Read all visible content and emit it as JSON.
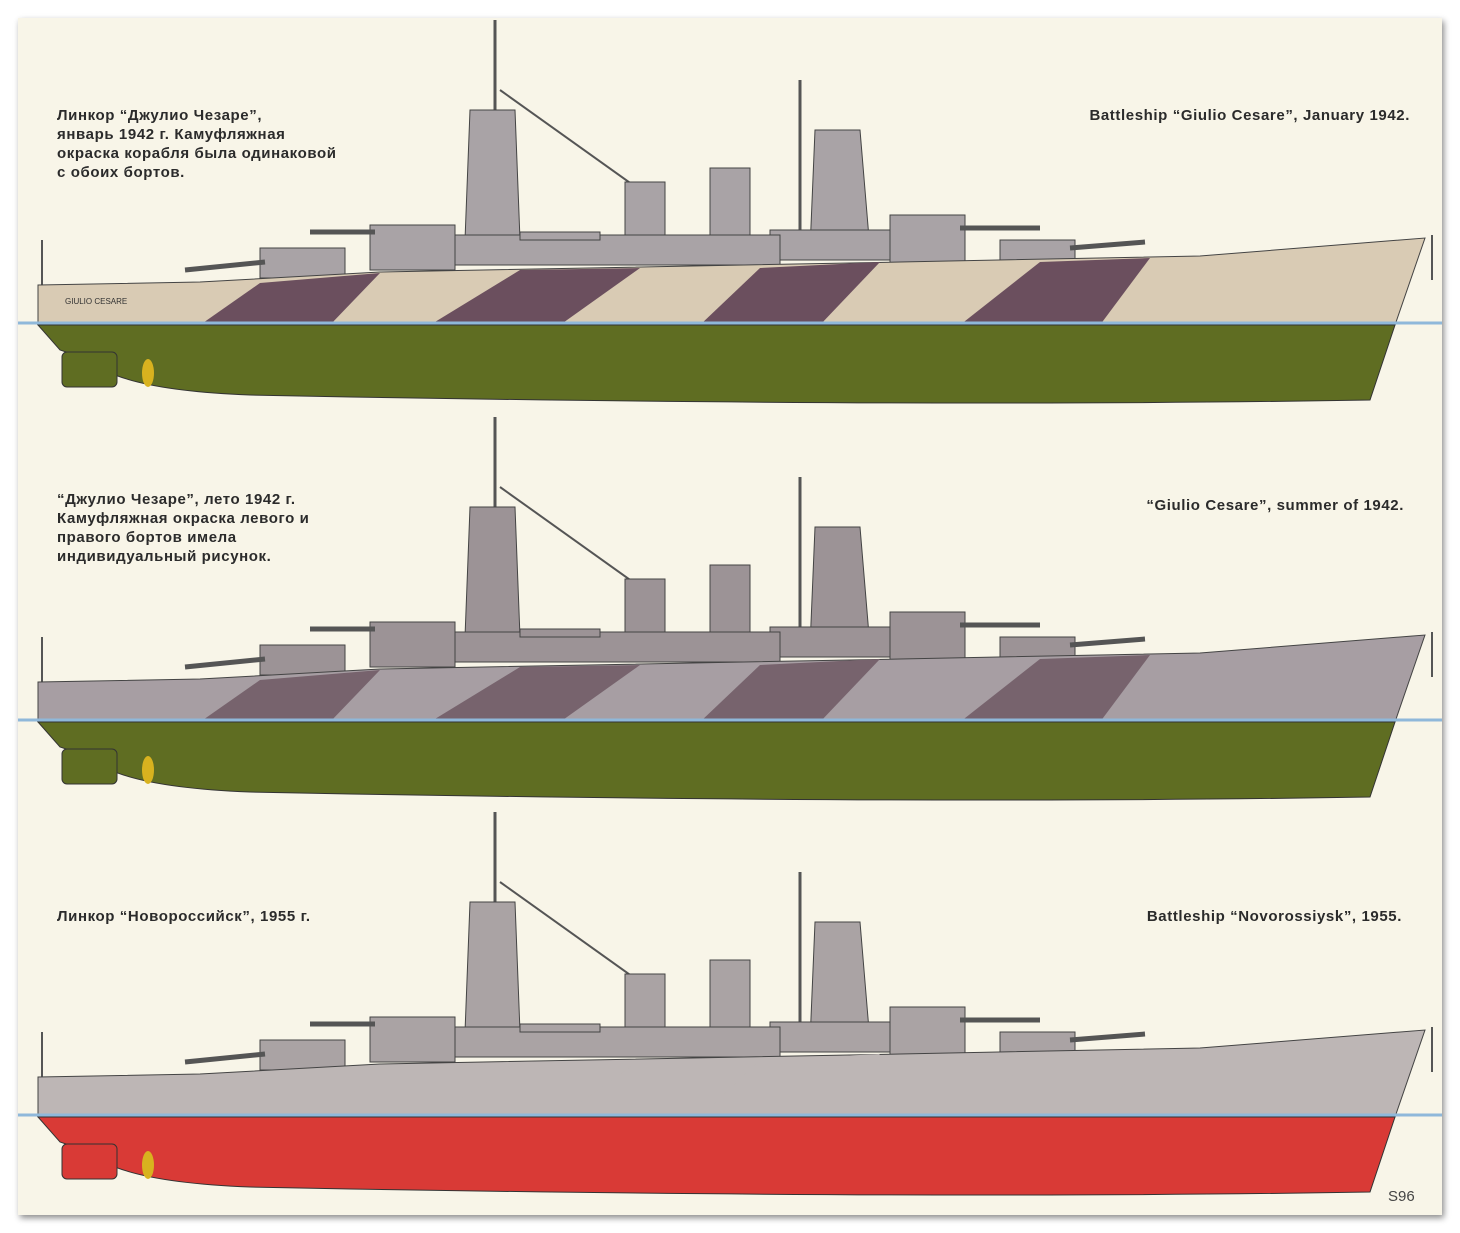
{
  "plates": [
    {
      "caption_ru": "Линкор “Джулио Чезаре”,\nянварь 1942 г. Камуфляжная\nокраска корабля была одинаковой\nс обоих бортов.",
      "caption_en": "Battleship “Giulio Cesare”, January 1942.",
      "hull_name": "GIULIO CESARE",
      "colors": {
        "upper": "#d9cbb4",
        "camo": "#6b4f5e",
        "lower": "#5f6d22",
        "superstructure": "#a9a3a6"
      }
    },
    {
      "caption_ru": "“Джулио Чезаре”, лето 1942 г.\nКамуфляжная окраска левого и\nправого бортов имела\nиндивидуальный рисунок.",
      "caption_en": "“Giulio Cesare”, summer of 1942.",
      "colors": {
        "upper": "#a79ea3",
        "camo": "#77636d",
        "lower": "#5f6d22",
        "superstructure": "#9c9396"
      }
    },
    {
      "caption_ru": "Линкор “Новороссийск”, 1955 г.",
      "caption_en": "Battleship “Novorossiysk”, 1955.",
      "colors": {
        "upper": "#bdb6b5",
        "camo": "#bdb6b5",
        "lower": "#d93a36",
        "superstructure": "#aaa3a4"
      }
    }
  ],
  "signature": "S96"
}
